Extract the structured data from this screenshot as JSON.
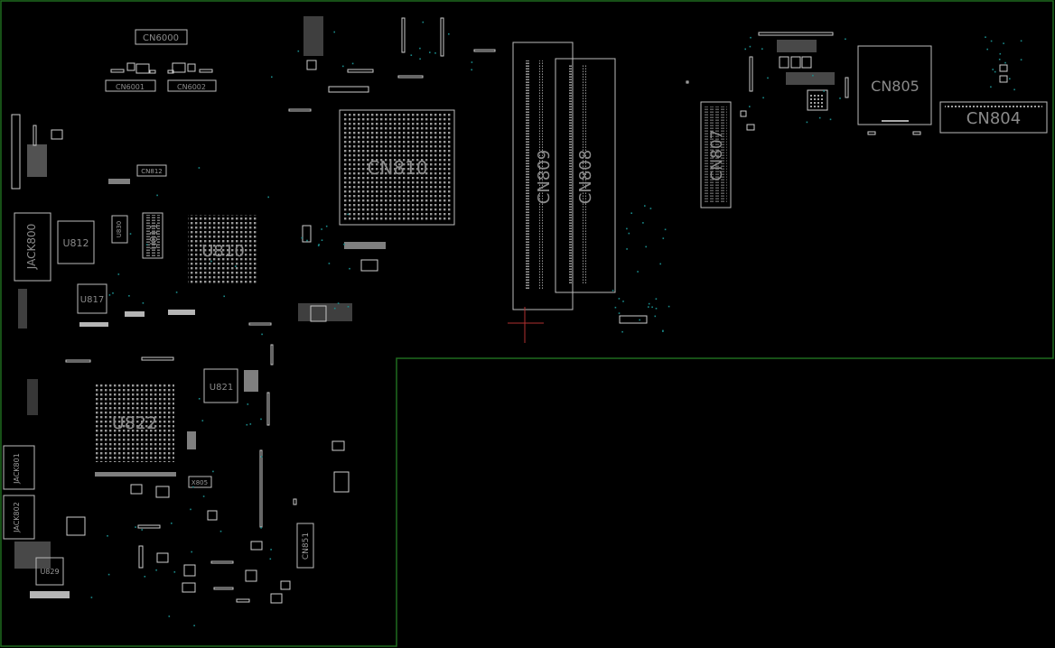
{
  "colors": {
    "background": "#000000",
    "outline": "#1f6b1f",
    "silkscreen": "#cfcfcf",
    "label": "#8a8a8a",
    "via": "#1a8a8a",
    "marker": "#b03030"
  },
  "components": {
    "cn6000": "CN6000",
    "cn6001": "CN6001",
    "cn6002": "CN6002",
    "cn810": "CN810",
    "cn809": "CN809",
    "cn808": "CN808",
    "cn807": "CN807",
    "cn805": "CN805",
    "cn804": "CN804",
    "cn812": "CN812",
    "jack800": "JACK800",
    "u812": "U812",
    "u830": "U830",
    "u811": "U811",
    "u810": "U810",
    "u817": "U817",
    "u821": "U821",
    "u822": "U822",
    "jack801": "JACK801",
    "jack802": "JACK802",
    "x805": "X805",
    "u829": "U829",
    "cn851": "CN851"
  }
}
